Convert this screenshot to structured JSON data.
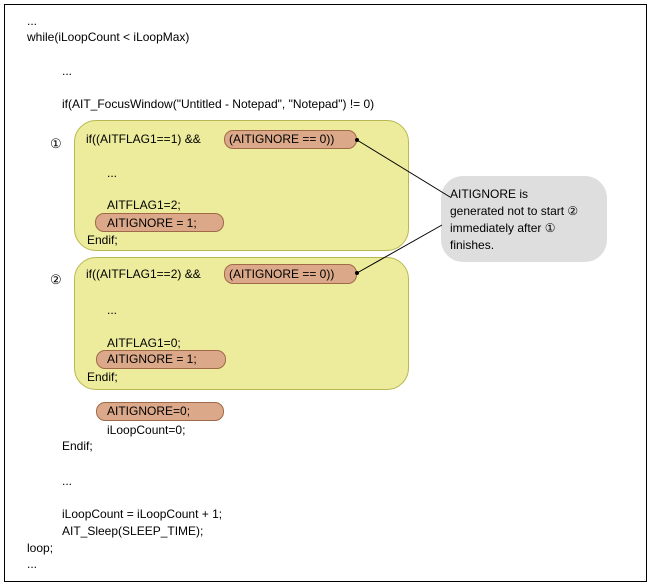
{
  "code": {
    "line_start": "...",
    "while": "while(iLoopCount < iLoopMax)",
    "dots1": "...",
    "if_focus": "if(AIT_FocusWindow(\"Untitled - Notepad\", \"Notepad\") != 0)",
    "b1_if_prefix": "if((AITFLAG1==1) && ",
    "b1_cond": "(AITIGNORE == 0))",
    "b1_dots": "...",
    "b1_flag": "AITFLAG1=2;",
    "b1_ignore": "AITIGNORE = 1;",
    "b1_endif": "Endif;",
    "b2_if_prefix": "if((AITFLAG1==2) && ",
    "b2_cond": "(AITIGNORE == 0))",
    "b2_dots": "...",
    "b2_flag": "AITFLAG1=0;",
    "b2_ignore": "AITIGNORE = 1;",
    "b2_endif": "Endif;",
    "reset_ignore": "AITIGNORE=0;",
    "reset_count": "iLoopCount=0;",
    "endif": "Endif;",
    "dots2": "...",
    "increment": "iLoopCount = iLoopCount + 1;",
    "sleep": "AIT_Sleep(SLEEP_TIME);",
    "loop": "loop;",
    "line_end": "..."
  },
  "markers": {
    "one": "①",
    "two": "②"
  },
  "callout": {
    "line1": "AITIGNORE is",
    "line2": "generated not to start ②",
    "line3": "immediately after ①",
    "line4": "finishes."
  },
  "colors": {
    "block_fill": "#ecec9c",
    "pill_fill": "#dba989",
    "bubble_fill": "#dedede"
  }
}
